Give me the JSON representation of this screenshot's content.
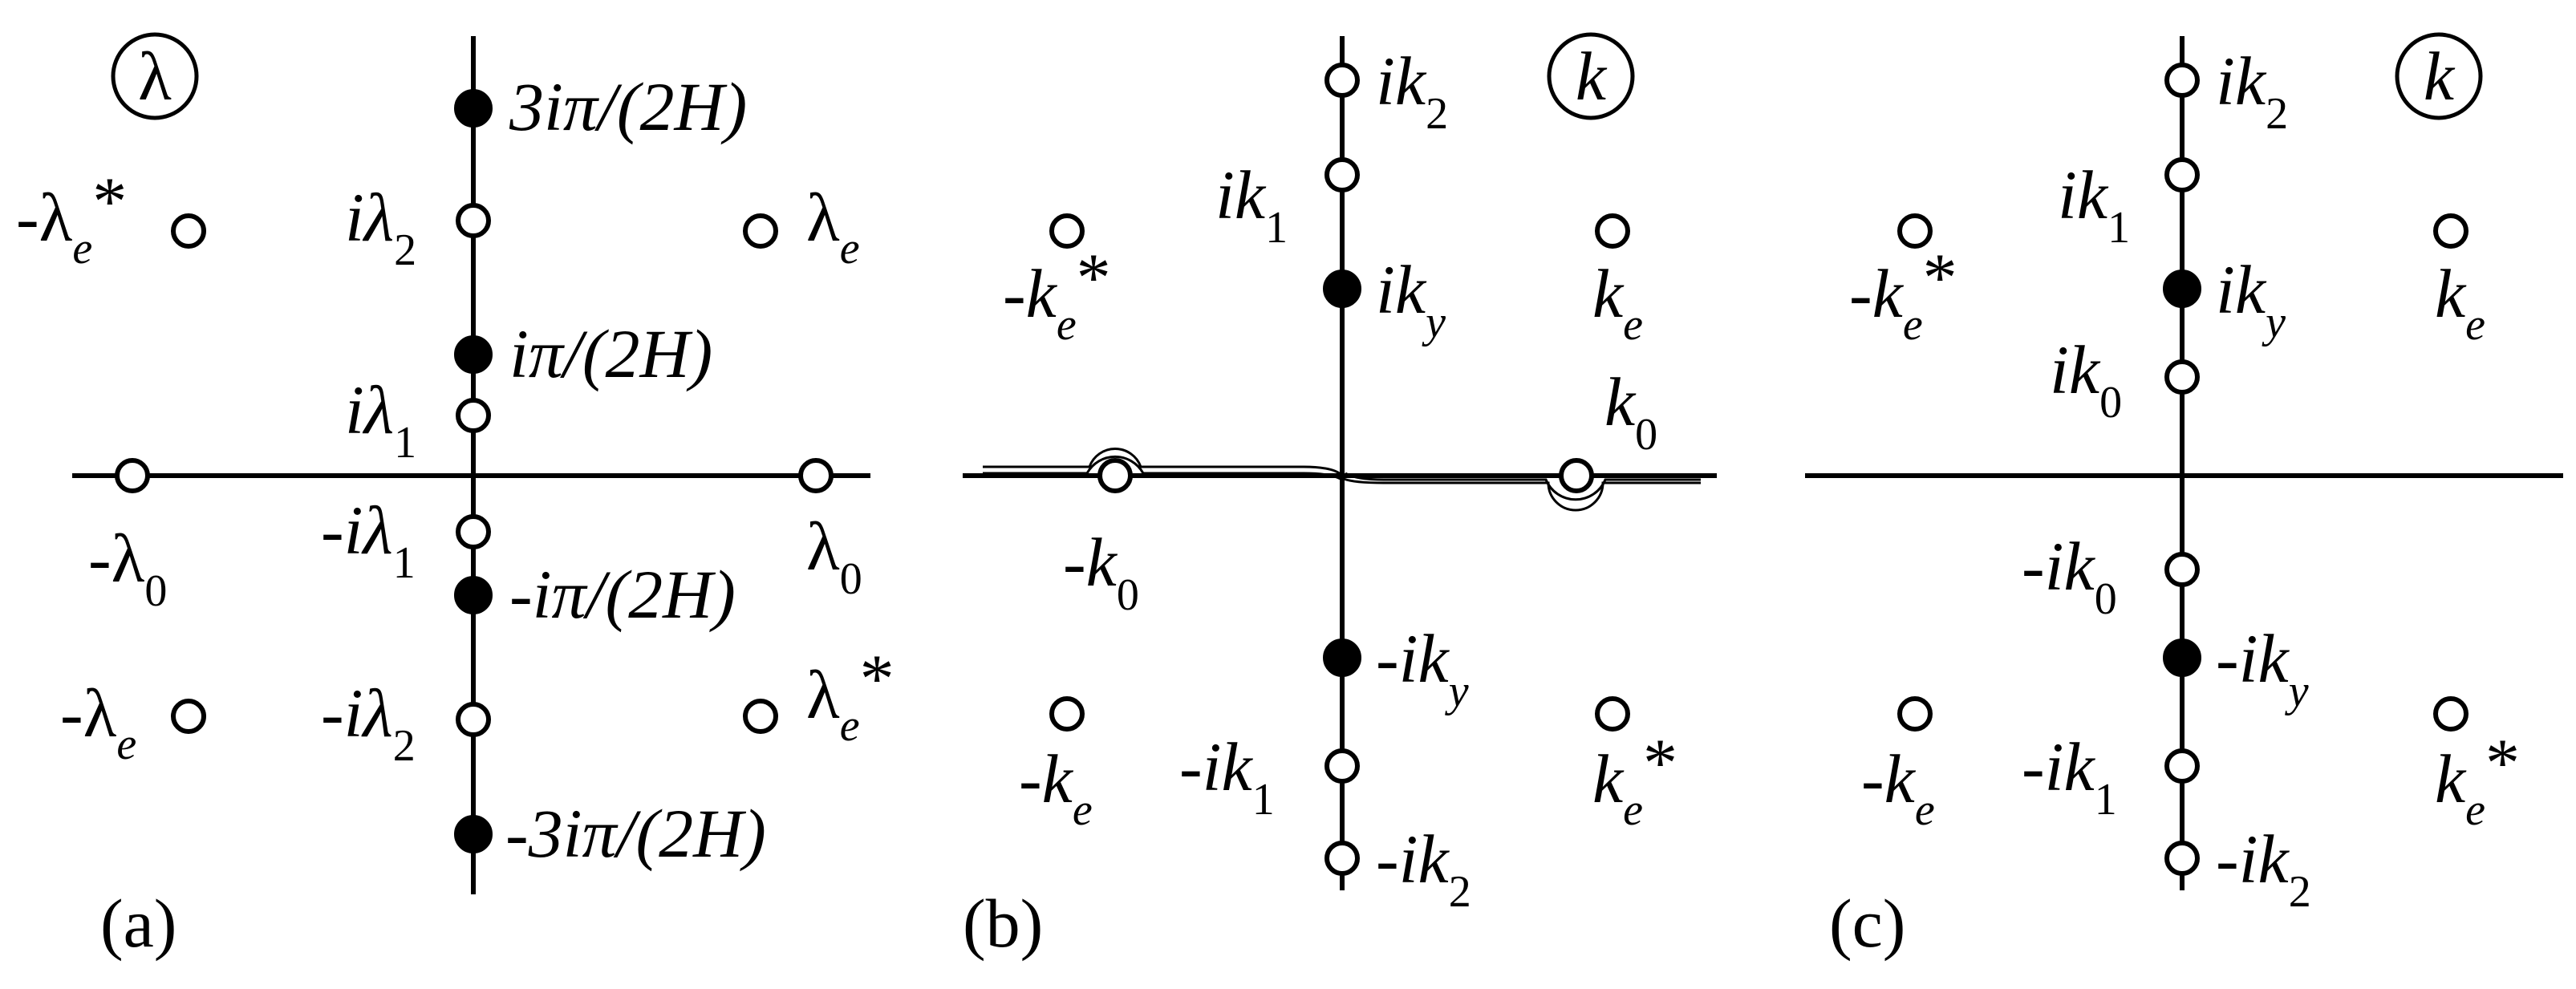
{
  "panels": [
    {
      "id": "a",
      "caption": "(a)",
      "plane_symbol": "λ",
      "labels": {
        "neg_lam_e_conj": {
          "p1": "-λ",
          "sub": "e",
          "p2": "*"
        },
        "i_lam_2": {
          "p1": "iλ",
          "sub": "2"
        },
        "lam_e": {
          "p1": "λ",
          "sub": "e"
        },
        "three_i_pi": {
          "p1": "3iπ/(2H)"
        },
        "i_pi": {
          "p1": "iπ/(2H)"
        },
        "i_lam_1": {
          "p1": "iλ",
          "sub": "1"
        },
        "neg_lam_0": {
          "p1": "-λ",
          "sub": "0"
        },
        "lam_0": {
          "p1": "λ",
          "sub": "0"
        },
        "neg_i_lam_1": {
          "p1": "-iλ",
          "sub": "1"
        },
        "neg_i_pi": {
          "p1": "-iπ/(2H)"
        },
        "neg_lam_e": {
          "p1": "-λ",
          "sub": "e"
        },
        "neg_i_lam_2": {
          "p1": "-iλ",
          "sub": "2"
        },
        "lam_e_conj": {
          "p1": "λ",
          "sub": "e",
          "p2": "*"
        },
        "neg_three_i_pi": {
          "p1": "-3iπ/(2H)"
        }
      }
    },
    {
      "id": "b",
      "caption": "(b)",
      "plane_symbol": "k",
      "labels": {
        "ik2": {
          "p1": "ik",
          "sub": "2"
        },
        "ik1": {
          "p1": "ik",
          "sub": "1"
        },
        "neg_ke_conj": {
          "p1": "-k",
          "sub": "e",
          "p2": "*"
        },
        "iky": {
          "p1": "ik",
          "sub": "y"
        },
        "ke": {
          "p1": "k",
          "sub": "e"
        },
        "k0": {
          "p1": "k",
          "sub": "0"
        },
        "neg_k0": {
          "p1": "-k",
          "sub": "0"
        },
        "neg_iky": {
          "p1": "-ik",
          "sub": "y"
        },
        "neg_ke": {
          "p1": "-k",
          "sub": "e"
        },
        "neg_ik1": {
          "p1": "-ik",
          "sub": "1"
        },
        "ke_conj": {
          "p1": "k",
          "sub": "e",
          "p2": "*"
        },
        "neg_ik2": {
          "p1": "-ik",
          "sub": "2"
        }
      }
    },
    {
      "id": "c",
      "caption": "(c)",
      "plane_symbol": "k",
      "labels": {
        "ik2": {
          "p1": "ik",
          "sub": "2"
        },
        "ik1": {
          "p1": "ik",
          "sub": "1"
        },
        "neg_ke_conj": {
          "p1": "-k",
          "sub": "e",
          "p2": "*"
        },
        "iky": {
          "p1": "ik",
          "sub": "y"
        },
        "ke": {
          "p1": "k",
          "sub": "e"
        },
        "ik0": {
          "p1": "ik",
          "sub": "0"
        },
        "neg_ik0": {
          "p1": "-ik",
          "sub": "0"
        },
        "neg_iky": {
          "p1": "-ik",
          "sub": "y"
        },
        "neg_ke": {
          "p1": "-k",
          "sub": "e"
        },
        "neg_ik1": {
          "p1": "-ik",
          "sub": "1"
        },
        "ke_conj": {
          "p1": "k",
          "sub": "e",
          "p2": "*"
        },
        "neg_ik2": {
          "p1": "-ik",
          "sub": "2"
        }
      }
    }
  ]
}
